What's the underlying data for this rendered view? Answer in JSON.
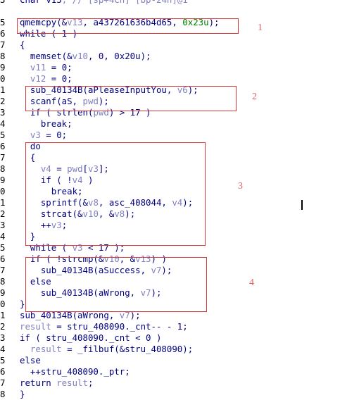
{
  "code_lines": [
    {
      "gutter": "3",
      "segs": [
        {
          "t": "char ",
          "c": "k"
        },
        {
          "t": "v13",
          "c": "k"
        },
        {
          "t": "; // [sp+4Ch] [bp-24h]@1",
          "c": "c"
        }
      ]
    },
    {
      "gutter": "",
      "segs": []
    },
    {
      "gutter": "5",
      "segs": [
        {
          "t": "qmemcpy(&",
          "c": "k"
        },
        {
          "t": "v13",
          "c": "v"
        },
        {
          "t": ", a437261636b4d65, ",
          "c": "k"
        },
        {
          "t": "0x23u",
          "c": "n"
        },
        {
          "t": ");",
          "c": "k"
        }
      ]
    },
    {
      "gutter": "6",
      "segs": [
        {
          "t": "while ( 1 )",
          "c": "k"
        }
      ]
    },
    {
      "gutter": "7",
      "segs": [
        {
          "t": "{",
          "c": "k"
        }
      ]
    },
    {
      "gutter": "8",
      "segs": [
        {
          "t": "  memset(&",
          "c": "k"
        },
        {
          "t": "v10",
          "c": "v"
        },
        {
          "t": ", 0, 0x20u);",
          "c": "k"
        }
      ]
    },
    {
      "gutter": "9",
      "segs": [
        {
          "t": "  ",
          "c": "k"
        },
        {
          "t": "v11",
          "c": "v"
        },
        {
          "t": " = 0;",
          "c": "k"
        }
      ]
    },
    {
      "gutter": "0",
      "segs": [
        {
          "t": "  ",
          "c": "k"
        },
        {
          "t": "v12",
          "c": "v"
        },
        {
          "t": " = 0;",
          "c": "k"
        }
      ]
    },
    {
      "gutter": "1",
      "segs": [
        {
          "t": "  sub_40134B(aPleaseInputYou, ",
          "c": "k"
        },
        {
          "t": "v6",
          "c": "v"
        },
        {
          "t": ");",
          "c": "k"
        }
      ]
    },
    {
      "gutter": "2",
      "segs": [
        {
          "t": "  scanf(aS, ",
          "c": "k"
        },
        {
          "t": "pwd",
          "c": "v"
        },
        {
          "t": ");",
          "c": "k"
        }
      ]
    },
    {
      "gutter": "3",
      "segs": [
        {
          "t": "  if ( strlen(",
          "c": "k"
        },
        {
          "t": "pwd",
          "c": "v"
        },
        {
          "t": ") > 17 )",
          "c": "k"
        }
      ]
    },
    {
      "gutter": "4",
      "segs": [
        {
          "t": "    break;",
          "c": "k"
        }
      ]
    },
    {
      "gutter": "5",
      "segs": [
        {
          "t": "  ",
          "c": "k"
        },
        {
          "t": "v3",
          "c": "v"
        },
        {
          "t": " = 0;",
          "c": "k"
        }
      ]
    },
    {
      "gutter": "6",
      "segs": [
        {
          "t": "  do",
          "c": "k"
        }
      ]
    },
    {
      "gutter": "7",
      "segs": [
        {
          "t": "  {",
          "c": "k"
        }
      ]
    },
    {
      "gutter": "8",
      "segs": [
        {
          "t": "    ",
          "c": "k"
        },
        {
          "t": "v4",
          "c": "v"
        },
        {
          "t": " = ",
          "c": "k"
        },
        {
          "t": "pwd",
          "c": "v"
        },
        {
          "t": "[",
          "c": "k"
        },
        {
          "t": "v3",
          "c": "v"
        },
        {
          "t": "];",
          "c": "k"
        }
      ]
    },
    {
      "gutter": "9",
      "segs": [
        {
          "t": "    if ( !",
          "c": "k"
        },
        {
          "t": "v4",
          "c": "v"
        },
        {
          "t": " )",
          "c": "k"
        }
      ]
    },
    {
      "gutter": "0",
      "segs": [
        {
          "t": "      break;",
          "c": "k"
        }
      ]
    },
    {
      "gutter": "1",
      "segs": [
        {
          "t": "    sprintf(&",
          "c": "k"
        },
        {
          "t": "v8",
          "c": "v"
        },
        {
          "t": ", asc_408044, ",
          "c": "k"
        },
        {
          "t": "v4",
          "c": "v"
        },
        {
          "t": ");",
          "c": "k"
        }
      ]
    },
    {
      "gutter": "2",
      "segs": [
        {
          "t": "    strcat(&",
          "c": "k"
        },
        {
          "t": "v10",
          "c": "v"
        },
        {
          "t": ", &",
          "c": "k"
        },
        {
          "t": "v8",
          "c": "v"
        },
        {
          "t": ");",
          "c": "k"
        }
      ]
    },
    {
      "gutter": "3",
      "segs": [
        {
          "t": "    ++",
          "c": "k"
        },
        {
          "t": "v3",
          "c": "v"
        },
        {
          "t": ";",
          "c": "k"
        }
      ]
    },
    {
      "gutter": "4",
      "segs": [
        {
          "t": "  }",
          "c": "k"
        }
      ]
    },
    {
      "gutter": "5",
      "segs": [
        {
          "t": "  while ( ",
          "c": "k"
        },
        {
          "t": "v3",
          "c": "v"
        },
        {
          "t": " < 17 );",
          "c": "k"
        }
      ]
    },
    {
      "gutter": "6",
      "segs": [
        {
          "t": "  if ( !strcmp(&",
          "c": "k"
        },
        {
          "t": "v10",
          "c": "v"
        },
        {
          "t": ", &",
          "c": "k"
        },
        {
          "t": "v13",
          "c": "v"
        },
        {
          "t": ") )",
          "c": "k"
        }
      ]
    },
    {
      "gutter": "7",
      "segs": [
        {
          "t": "    sub_40134B(aSuccess, ",
          "c": "k"
        },
        {
          "t": "v7",
          "c": "v"
        },
        {
          "t": ");",
          "c": "k"
        }
      ]
    },
    {
      "gutter": "8",
      "segs": [
        {
          "t": "  else",
          "c": "k"
        }
      ]
    },
    {
      "gutter": "9",
      "segs": [
        {
          "t": "    sub_40134B(aWrong, ",
          "c": "k"
        },
        {
          "t": "v7",
          "c": "v"
        },
        {
          "t": ");",
          "c": "k"
        }
      ]
    },
    {
      "gutter": "0",
      "segs": [
        {
          "t": "}",
          "c": "k"
        }
      ]
    },
    {
      "gutter": "1",
      "segs": [
        {
          "t": "sub_40134B(aWrong, ",
          "c": "k"
        },
        {
          "t": "v7",
          "c": "v"
        },
        {
          "t": ");",
          "c": "k"
        }
      ]
    },
    {
      "gutter": "2",
      "segs": [
        {
          "t": "result",
          "c": "v"
        },
        {
          "t": " = stru_408090._cnt-- - 1;",
          "c": "k"
        }
      ]
    },
    {
      "gutter": "3",
      "segs": [
        {
          "t": "if ( stru_408090._cnt < 0 )",
          "c": "k"
        }
      ]
    },
    {
      "gutter": "4",
      "segs": [
        {
          "t": "  ",
          "c": "k"
        },
        {
          "t": "result",
          "c": "v"
        },
        {
          "t": " = _filbuf(&stru_408090);",
          "c": "k"
        }
      ]
    },
    {
      "gutter": "5",
      "segs": [
        {
          "t": "else",
          "c": "k"
        }
      ]
    },
    {
      "gutter": "6",
      "segs": [
        {
          "t": "  ++stru_408090._ptr;",
          "c": "k"
        }
      ]
    },
    {
      "gutter": "7",
      "segs": [
        {
          "t": "return ",
          "c": "k"
        },
        {
          "t": "result",
          "c": "v"
        },
        {
          "t": ";",
          "c": "k"
        }
      ]
    },
    {
      "gutter": "8",
      "segs": [
        {
          "t": "}",
          "c": "k"
        }
      ]
    }
  ],
  "annotations": [
    {
      "label": "1"
    },
    {
      "label": "2"
    },
    {
      "label": "3"
    },
    {
      "label": "4"
    }
  ],
  "colors": {
    "box": "#d63a3a",
    "label": "#e06060",
    "code": "#000080",
    "var": "#8080c0",
    "number": "#008000"
  }
}
